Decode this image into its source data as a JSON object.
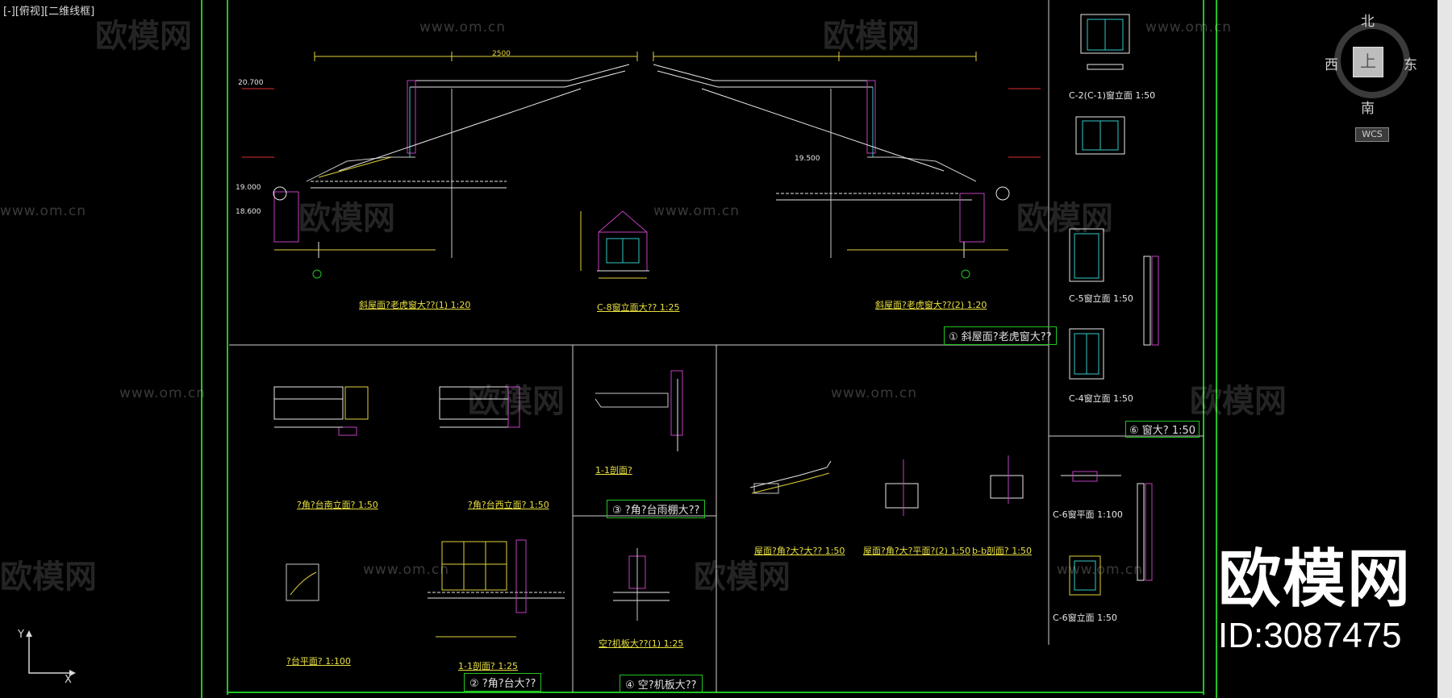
{
  "viewport_controls": {
    "bracket": "[-]",
    "view": "[俯视]",
    "style": "[二维线框]"
  },
  "viewcube": {
    "north": "北",
    "south": "南",
    "west": "西",
    "east": "东",
    "face": "上",
    "wcs": "WCS"
  },
  "ucs": {
    "y": "Y",
    "x": "X"
  },
  "watermark": {
    "logo": "欧模网",
    "url": "www.om.cn"
  },
  "brand": {
    "name": "欧模网",
    "id": "ID:3087475"
  },
  "drawing": {
    "labels": {
      "sec_left": "斜屋面?老虎窗大??(1)",
      "sec_left_scale": "1:20",
      "sec_right": "斜屋面?老虎窗大??(2)",
      "sec_right_scale": "1:20",
      "c8_title": "C-8窗立面大??",
      "c8_scale": "1:25",
      "panel1_num": "①",
      "panel1_title": "斜屋面?老虎窗大??",
      "c2_title": "C-2(C-1)窗立面",
      "c2_scale": "1:50",
      "c5_title": "C-5窗立面",
      "c5_scale": "1:50",
      "c4_title": "C-4窗立面",
      "c4_scale": "1:50",
      "window_title": "窗大?",
      "window_num": "⑥",
      "window_scale": "1:50",
      "balc_elev1": "?角?台南立面?",
      "balc_elev1_scale": "1:50",
      "balc_elev2": "?角?台西立面?",
      "balc_elev2_scale": "1:50",
      "balc_plan": "?台平面?",
      "balc_plan_scale": "1:100",
      "sec11": "1-1剖面?",
      "sec11_scale": "1:25",
      "panel2_num": "②",
      "panel2_title": "?角?台大??",
      "canopy_sec": "1-1剖面?",
      "panel3_num": "③",
      "panel3_title": "?角?台雨棚大??",
      "ac_title": "空?机板大??(1)",
      "ac_scale": "1:25",
      "panel4_num": "④",
      "panel4_title": "空?机板大??",
      "eave1": "屋面?角?大?大??",
      "eave1_scale": "1:50",
      "eave2": "屋面?角?大?平面?(2)",
      "eave2_scale": "1:50",
      "eave3": "b-b剖面?",
      "eave3_scale": "1:50",
      "c6_plan": "C-6窗平面",
      "c6_plan_scale": "1:100",
      "c6_elev": "C-6窗立面",
      "c6_elev_scale": "1:50",
      "elev_20700": "20.700",
      "elev_19500": "19.500",
      "elev_19000": "19.000",
      "elev_18600": "18.600",
      "dim_top": "2500"
    }
  }
}
